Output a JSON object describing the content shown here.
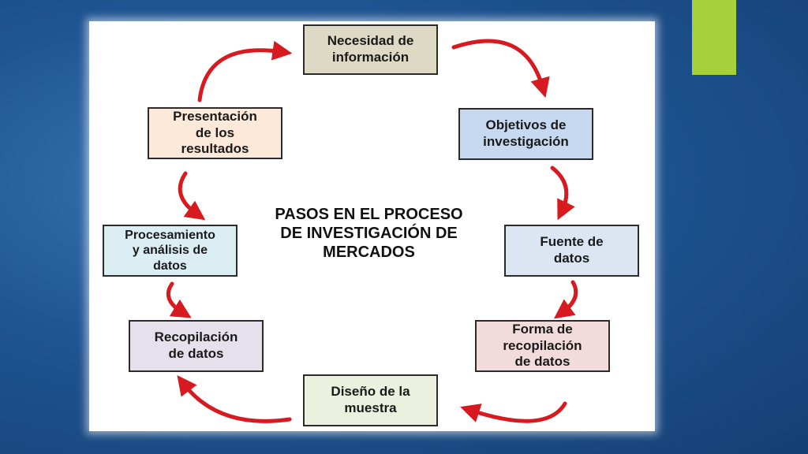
{
  "diagram": {
    "title": "PASOS EN EL PROCESO\nDE INVESTIGACIÓN DE\nMERCADOS",
    "steps": [
      {
        "label": "Necesidad de\ninformación",
        "color": "#ddd9c4"
      },
      {
        "label": "Objetivos de\ninvestigación",
        "color": "#c6d9f1"
      },
      {
        "label": "Fuente de\ndatos",
        "color": "#dce6f2"
      },
      {
        "label": "Forma de\nrecopilación\nde datos",
        "color": "#f2dcdb"
      },
      {
        "label": "Diseño de la\nmuestra",
        "color": "#ebf1de"
      },
      {
        "label": "Recopilación\nde datos",
        "color": "#e6e0ec"
      },
      {
        "label": "Procesamiento\ny análisis de\ndatos",
        "color": "#dbeef4"
      },
      {
        "label": "Presentación\nde los\nresultados",
        "color": "#fde9d9"
      }
    ],
    "arrow_color": "#d71920",
    "accent_color": "#a6d13a"
  }
}
